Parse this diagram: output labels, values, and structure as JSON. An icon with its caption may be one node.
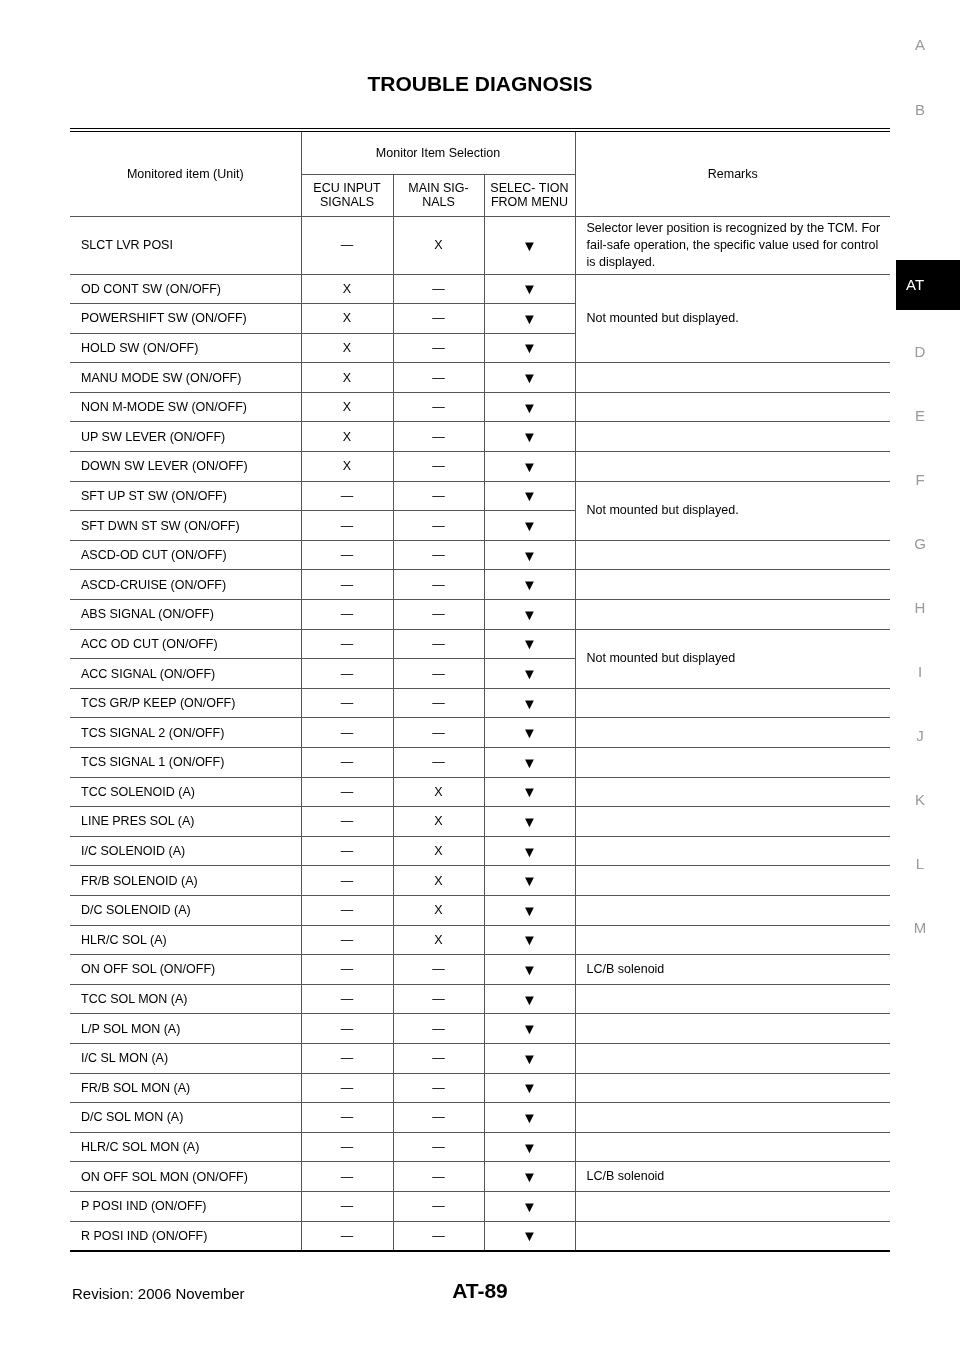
{
  "diagram": {
    "title": "TROUBLE DIAGNOSIS",
    "labels": [
      "Monitored item (Unit)",
      "Monitor Item Selection",
      "Remarks",
      "ECU INPUT SIGNALS",
      "MAIN SIG- NALS",
      "SELEC- TION FROM MENU",
      "SLCT LVR POSI",
      "—",
      "X",
      "▼",
      "Selector lever position is recognized by the TCM. For fail-safe operation, the specific value used for control is displayed.",
      "OD CONT SW (ON/OFF)",
      "X",
      "—",
      "▼",
      "POWERSHIFT SW (ON/OFF)",
      "X",
      "—",
      "▼",
      "Not mounted but displayed.",
      "HOLD SW (ON/OFF)",
      "X",
      "—",
      "▼",
      "MANU MODE SW (ON/OFF)",
      "X",
      "—",
      "▼",
      "NON M-MODE SW (ON/OFF)",
      "X",
      "—",
      "▼",
      "UP SW LEVER (ON/OFF)",
      "X",
      "—",
      "▼",
      "DOWN SW LEVER (ON/OFF)",
      "X",
      "—",
      "▼",
      "SFT UP ST SW (ON/OFF)",
      "—",
      "—",
      "▼",
      "Not mounted but displayed.",
      "SFT DWN ST SW (ON/OFF)",
      "—",
      "—",
      "▼",
      "ASCD-OD CUT (ON/OFF)",
      "—",
      "—",
      "▼",
      "ASCD-CRUISE (ON/OFF)",
      "—",
      "—",
      "▼",
      "ABS SIGNAL (ON/OFF)",
      "—",
      "—",
      "▼",
      "ACC OD CUT (ON/OFF)",
      "—",
      "—",
      "▼",
      "Not mounted but displayed",
      "ACC SIGNAL (ON/OFF)",
      "—",
      "—",
      "▼",
      "TCS GR/P KEEP (ON/OFF)",
      "—",
      "—",
      "▼",
      "TCS SIGNAL 2 (ON/OFF)",
      "—",
      "—",
      "▼",
      "TCS SIGNAL 1 (ON/OFF)",
      "—",
      "—",
      "▼",
      "TCC SOLENOID (A)",
      "—",
      "X",
      "▼",
      "LINE PRES SOL (A)",
      "—",
      "X",
      "▼",
      "I/C SOLENOID (A)",
      "—",
      "X",
      "▼",
      "FR/B SOLENOID (A)",
      "—",
      "X",
      "▼",
      "D/C SOLENOID (A)",
      "—",
      "X",
      "▼",
      "HLR/C SOL (A)",
      "—",
      "X",
      "▼",
      "ON OFF SOL (ON/OFF)",
      "—",
      "—",
      "▼",
      "LC/B solenoid",
      "TCC SOL MON (A)",
      "—",
      "—",
      "▼",
      "L/P SOL MON (A)",
      "—",
      "—",
      "▼",
      "I/C SL MON (A)",
      "—",
      "—",
      "▼",
      "FR/B SOL MON (A)",
      "—",
      "—",
      "▼",
      "D/C SOL MON (A)",
      "—",
      "—",
      "▼",
      "HLR/C SOL MON (A)",
      "—",
      "—",
      "▼",
      "ON OFF SOL MON (ON/OFF)",
      "—",
      "—",
      "▼",
      "LC/B solenoid",
      "P POSI IND (ON/OFF)",
      "—",
      "—",
      "▼",
      "R POSI IND (ON/OFF)",
      "—",
      "—",
      "▼",
      "A",
      "B",
      "AT",
      "D",
      "E",
      "F",
      "G",
      "H",
      "I",
      "J",
      "K",
      "L",
      "M",
      "Revision: 2006 November",
      "AT-89"
    ]
  }
}
